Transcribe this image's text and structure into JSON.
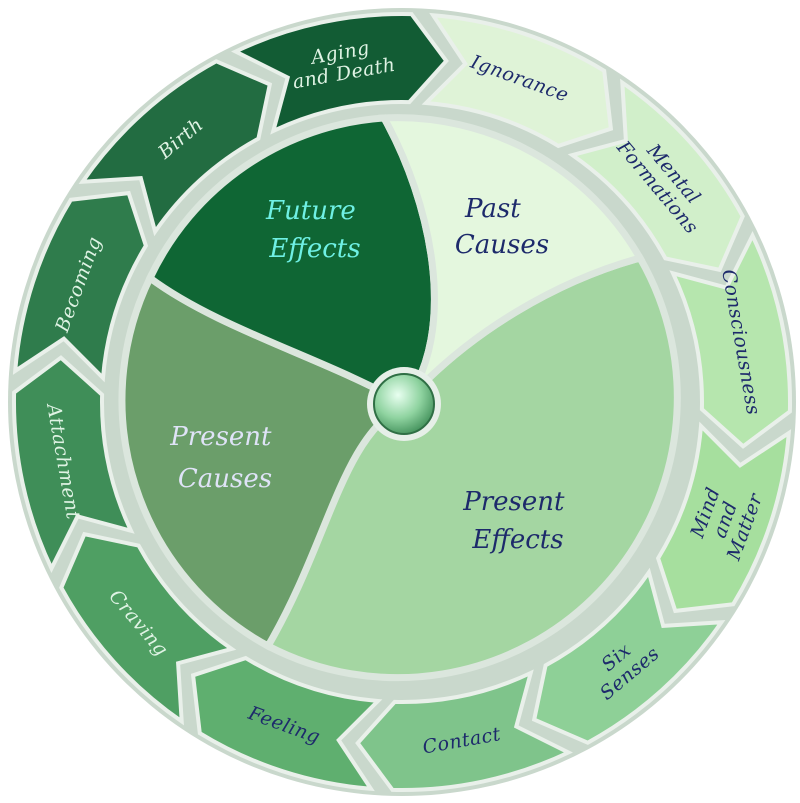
{
  "diagram": {
    "core_labels": {
      "future_effects": [
        "Future",
        "Effects"
      ],
      "past_causes": [
        "Past",
        "Causes"
      ],
      "present_causes": [
        "Present",
        "Causes"
      ],
      "present_effects": [
        "Present",
        "Effects"
      ]
    },
    "segments": [
      {
        "id": "ignorance",
        "lines": [
          "Ignorance"
        ],
        "fill": "#dff3d7",
        "text": "#1d2a6b"
      },
      {
        "id": "mental-formations",
        "lines": [
          "Mental",
          "Formations"
        ],
        "fill": "#d1efca",
        "text": "#1d2a6b"
      },
      {
        "id": "consciousness",
        "lines": [
          "Consciousness"
        ],
        "fill": "#b6e6ae",
        "text": "#1d2a6b"
      },
      {
        "id": "mind-and-matter",
        "lines": [
          "Mind",
          "and",
          "Matter"
        ],
        "fill": "#a6df9e",
        "text": "#1d2a6b"
      },
      {
        "id": "six-senses",
        "lines": [
          "Six",
          "Senses"
        ],
        "fill": "#8ed097",
        "text": "#1d2a6b"
      },
      {
        "id": "contact",
        "lines": [
          "Contact"
        ],
        "fill": "#7fc48b",
        "text": "#1d2a6b"
      },
      {
        "id": "feeling",
        "lines": [
          "Feeling"
        ],
        "fill": "#5faf6f",
        "text": "#1d2a6b"
      },
      {
        "id": "craving",
        "lines": [
          "Craving"
        ],
        "fill": "#4f9f63",
        "text": "#dff3e4"
      },
      {
        "id": "attachment",
        "lines": [
          "Attachment"
        ],
        "fill": "#3f8e58",
        "text": "#dff3e4"
      },
      {
        "id": "becoming",
        "lines": [
          "Becoming"
        ],
        "fill": "#2f7c4c",
        "text": "#dff3e4"
      },
      {
        "id": "birth",
        "lines": [
          "Birth"
        ],
        "fill": "#226c41",
        "text": "#dff3e4"
      },
      {
        "id": "aging-and-death",
        "lines": [
          "Aging",
          "and Death"
        ],
        "fill": "#125c34",
        "text": "#dff3e4"
      }
    ],
    "colors": {
      "future_effects": "#0f6634",
      "past_causes": "#e4f7de",
      "present_causes": "#6b9e6a",
      "present_effects": "#a4d6a2",
      "ring_background": "#c9d8cc",
      "hub": "#8fd3a0",
      "future_text": "#6ff0e4",
      "past_text": "#1d2a6b",
      "present_causes_text": "#dfe3f7",
      "present_effects_text": "#1d2a6b"
    }
  }
}
